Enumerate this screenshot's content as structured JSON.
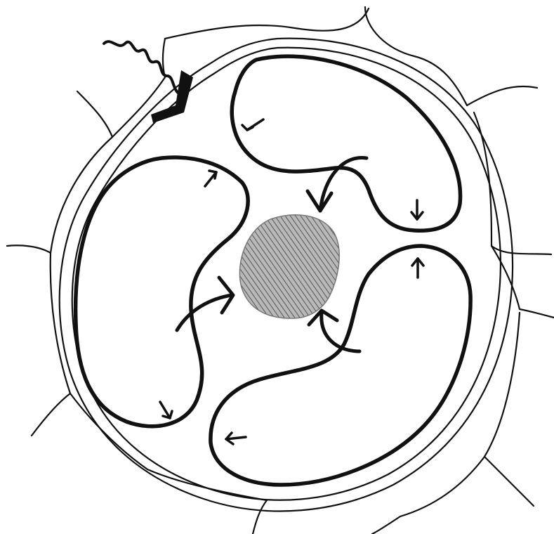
{
  "figure": {
    "background": "#ffffff",
    "ink": "#111111",
    "core_fill": "#9a9a9a",
    "elements": {
      "outer_membrane": "outer-cell-wall",
      "lobes": [
        "lobe-top-right",
        "lobe-left",
        "lobe-bottom-right"
      ],
      "center": "shaded-core",
      "incoming_signal": "wavy-arrow-icon"
    }
  }
}
